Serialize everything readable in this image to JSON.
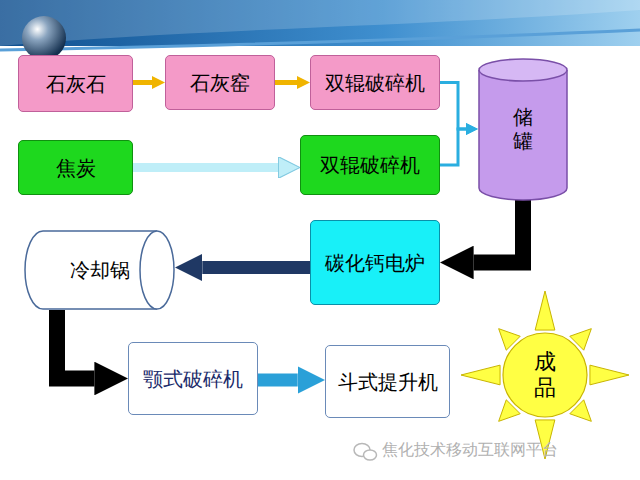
{
  "diagram": {
    "nodes": [
      {
        "text": [
          "石灰石"
        ]
      },
      {
        "text": [
          "石灰窑"
        ]
      },
      {
        "text": [
          "双辊破碎机"
        ]
      },
      {
        "text": [
          "储罐"
        ]
      },
      {
        "text": [
          "焦炭"
        ]
      },
      {
        "text": [
          "双辊破碎机"
        ]
      },
      {
        "text": [
          "冷却锅"
        ]
      },
      {
        "text": [
          "碳化钙电炉"
        ]
      },
      {
        "text": [
          "颚式破碎机"
        ]
      },
      {
        "text": [
          "斗式提升机"
        ]
      },
      {
        "text": [
          "成品"
        ]
      }
    ],
    "edges": [
      {
        "from": 0,
        "to": 1,
        "arrow": "to"
      },
      {
        "from": 1,
        "to": 2,
        "arrow": "to"
      },
      {
        "from": 4,
        "to": 5,
        "arrow": "to"
      },
      {
        "from": 2,
        "to": 3,
        "arrow": "to"
      },
      {
        "from": 5,
        "to": 3,
        "arrow": "to"
      },
      {
        "from": 3,
        "to": 7,
        "arrow": "to"
      },
      {
        "from": 7,
        "to": 6,
        "arrow": "to"
      },
      {
        "from": 6,
        "to": 8,
        "arrow": "to"
      },
      {
        "from": 8,
        "to": 9,
        "arrow": "to"
      }
    ],
    "labels": [
      "焦化技术移动互联网平台"
    ]
  }
}
